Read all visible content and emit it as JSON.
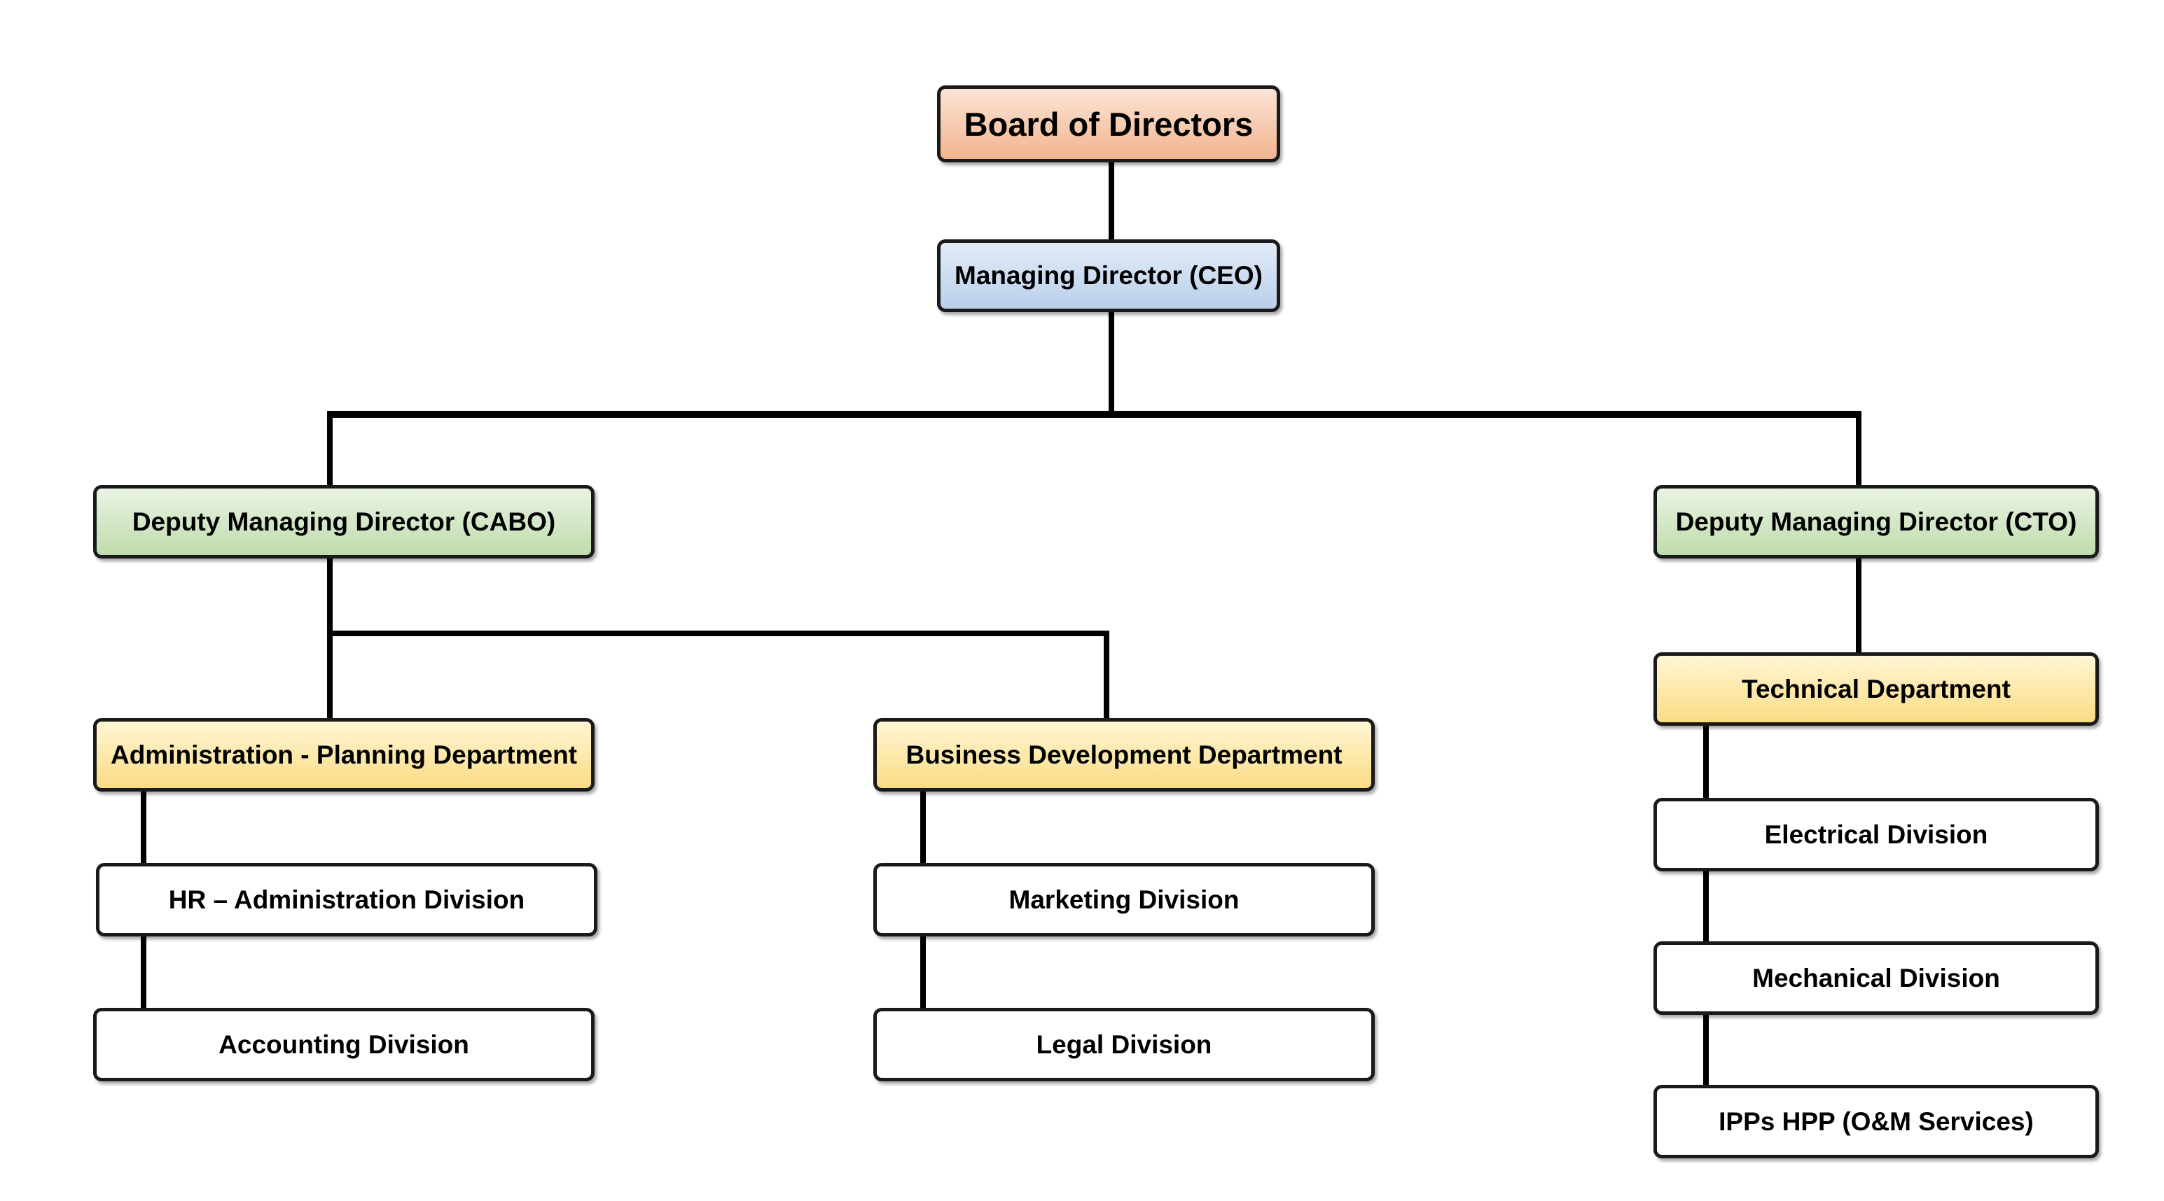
{
  "colors": {
    "board": "#f1b58f",
    "ceo": "#b9cfea",
    "deputy": "#bfdcad",
    "department": "#fbdc84",
    "division": "#ffffff",
    "connector": "#000000"
  },
  "org": {
    "board": "Board of Directors",
    "ceo": "Managing Director (CEO)",
    "deputy_cabo": "Deputy Managing Director (CABO)",
    "deputy_cto": "Deputy Managing Director (CTO)",
    "admin_planning": "Administration - Planning Department",
    "hr_admin": "HR – Administration  Division",
    "accounting": "Accounting Division",
    "business_dev": "Business Development Department",
    "marketing": "Marketing Division",
    "legal": "Legal Division",
    "technical": "Technical Department",
    "electrical": "Electrical Division",
    "mechanical": "Mechanical Division",
    "ipps": "IPPs HPP (O&M Services)"
  }
}
